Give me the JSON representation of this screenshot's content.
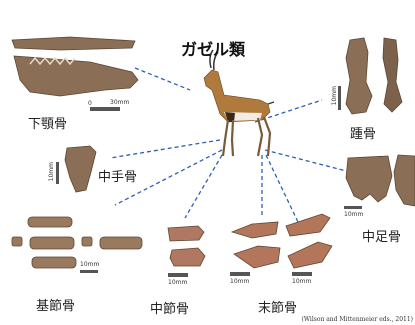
{
  "title": "ガゼル類",
  "labels": {
    "mandible": "下顎骨",
    "calcaneus": "踵骨",
    "metacarpal": "中手骨",
    "metatarsal": "中足骨",
    "proximal_phalanx": "基節骨",
    "middle_phalanx": "中節骨",
    "distal_phalanx": "末節骨"
  },
  "scales": {
    "mandible": "30mm",
    "mandible_zero": "0",
    "calcaneus": "10mm",
    "metacarpal": "10mm",
    "metatarsal": "10mm",
    "proximal_phalanx": "10mm",
    "middle_phalanx": "10mm",
    "distal_left": "10mm",
    "distal_right": "10mm"
  },
  "credit": "(Wilson and Mittenmeier eds., 2011)",
  "colors": {
    "connector": "#2f5fb3",
    "bone": "#8a6e55",
    "bone_dark": "#5c4634",
    "gazelle_back": "#b07a3c",
    "gazelle_belly": "#f2ece2"
  }
}
